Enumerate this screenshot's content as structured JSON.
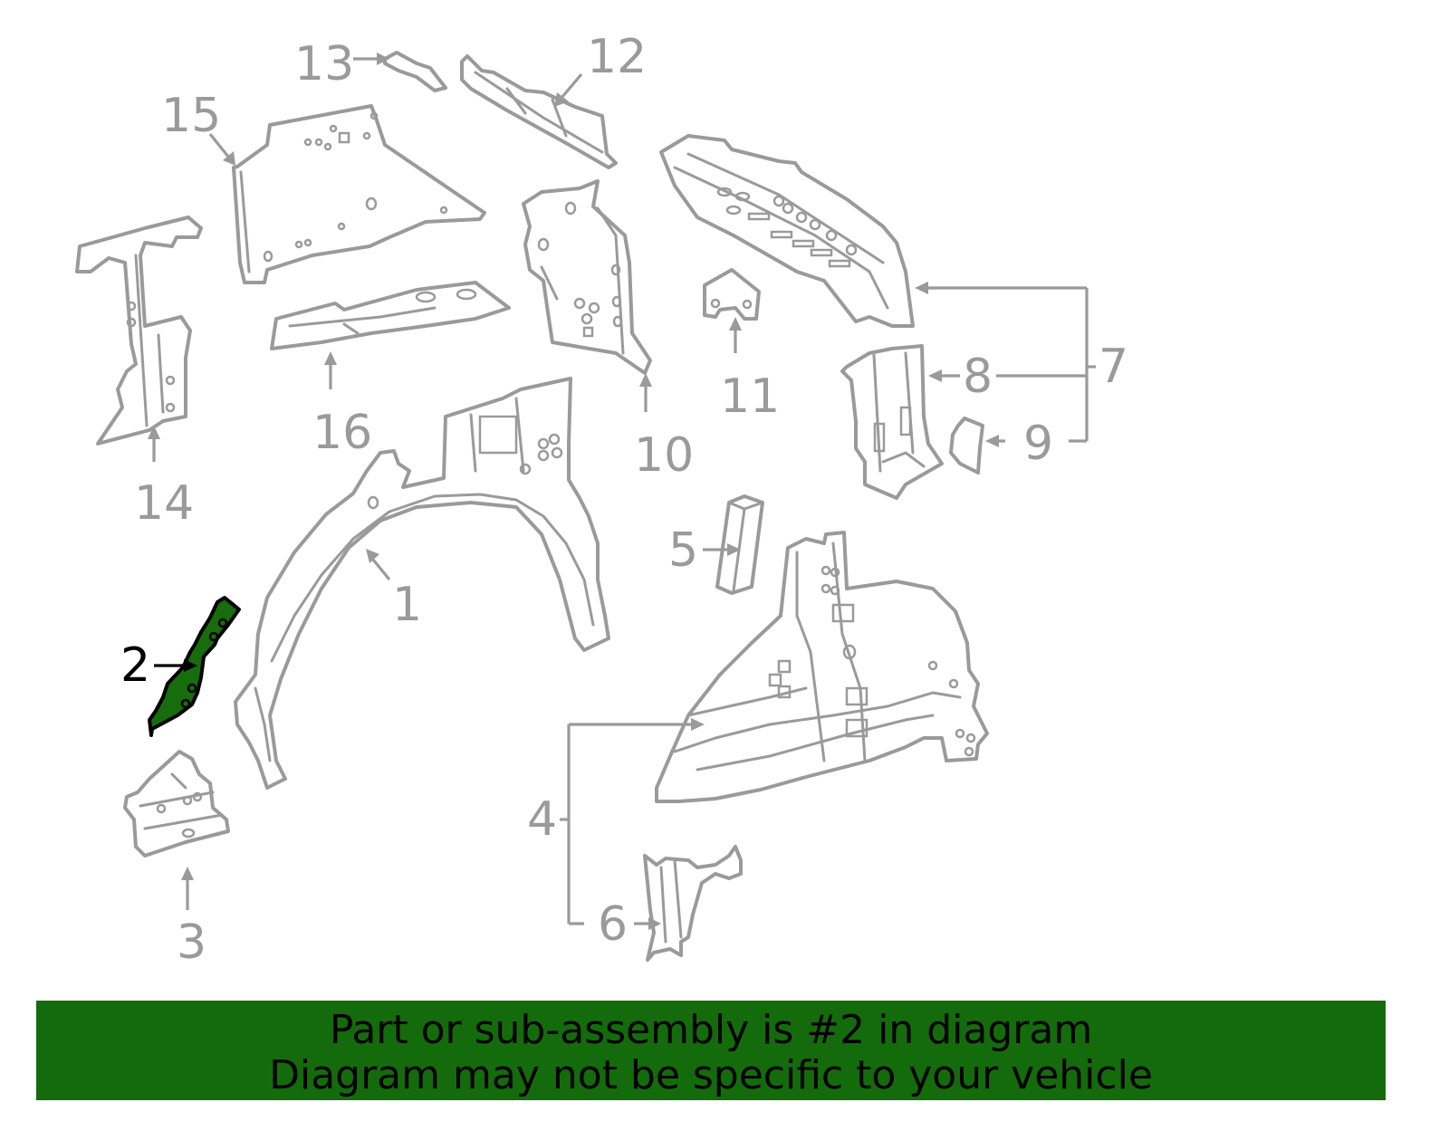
{
  "diagram": {
    "callouts": [
      "1",
      "2",
      "3",
      "4",
      "5",
      "6",
      "7",
      "8",
      "9",
      "10",
      "11",
      "12",
      "13",
      "14",
      "15",
      "16"
    ],
    "highlighted": "2",
    "colors": {
      "line": "#9a9a9a",
      "highlight_fill": "#176c0c",
      "banner": "#146b0b",
      "text_active": "#000000"
    }
  },
  "banner": {
    "line1": "Part or sub-assembly is #2 in diagram",
    "line2": "Diagram may not be specific to your vehicle"
  }
}
